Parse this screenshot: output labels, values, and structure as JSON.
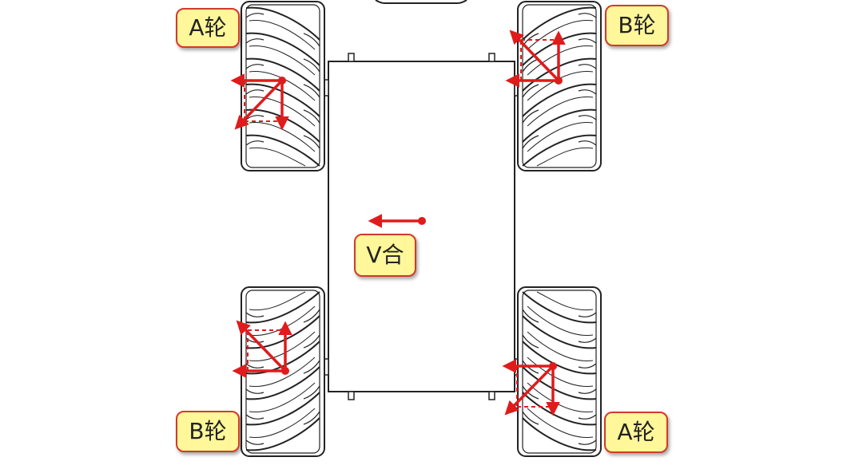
{
  "labels": {
    "wheel_top_left": "A轮",
    "wheel_top_right": "B轮",
    "wheel_bottom_left": "B轮",
    "wheel_bottom_right": "A轮",
    "resultant": "V合"
  },
  "colors": {
    "vector": "#e01b1b",
    "label_fill": "#fff799",
    "label_border": "#d23a2a",
    "line": "#222222"
  }
}
